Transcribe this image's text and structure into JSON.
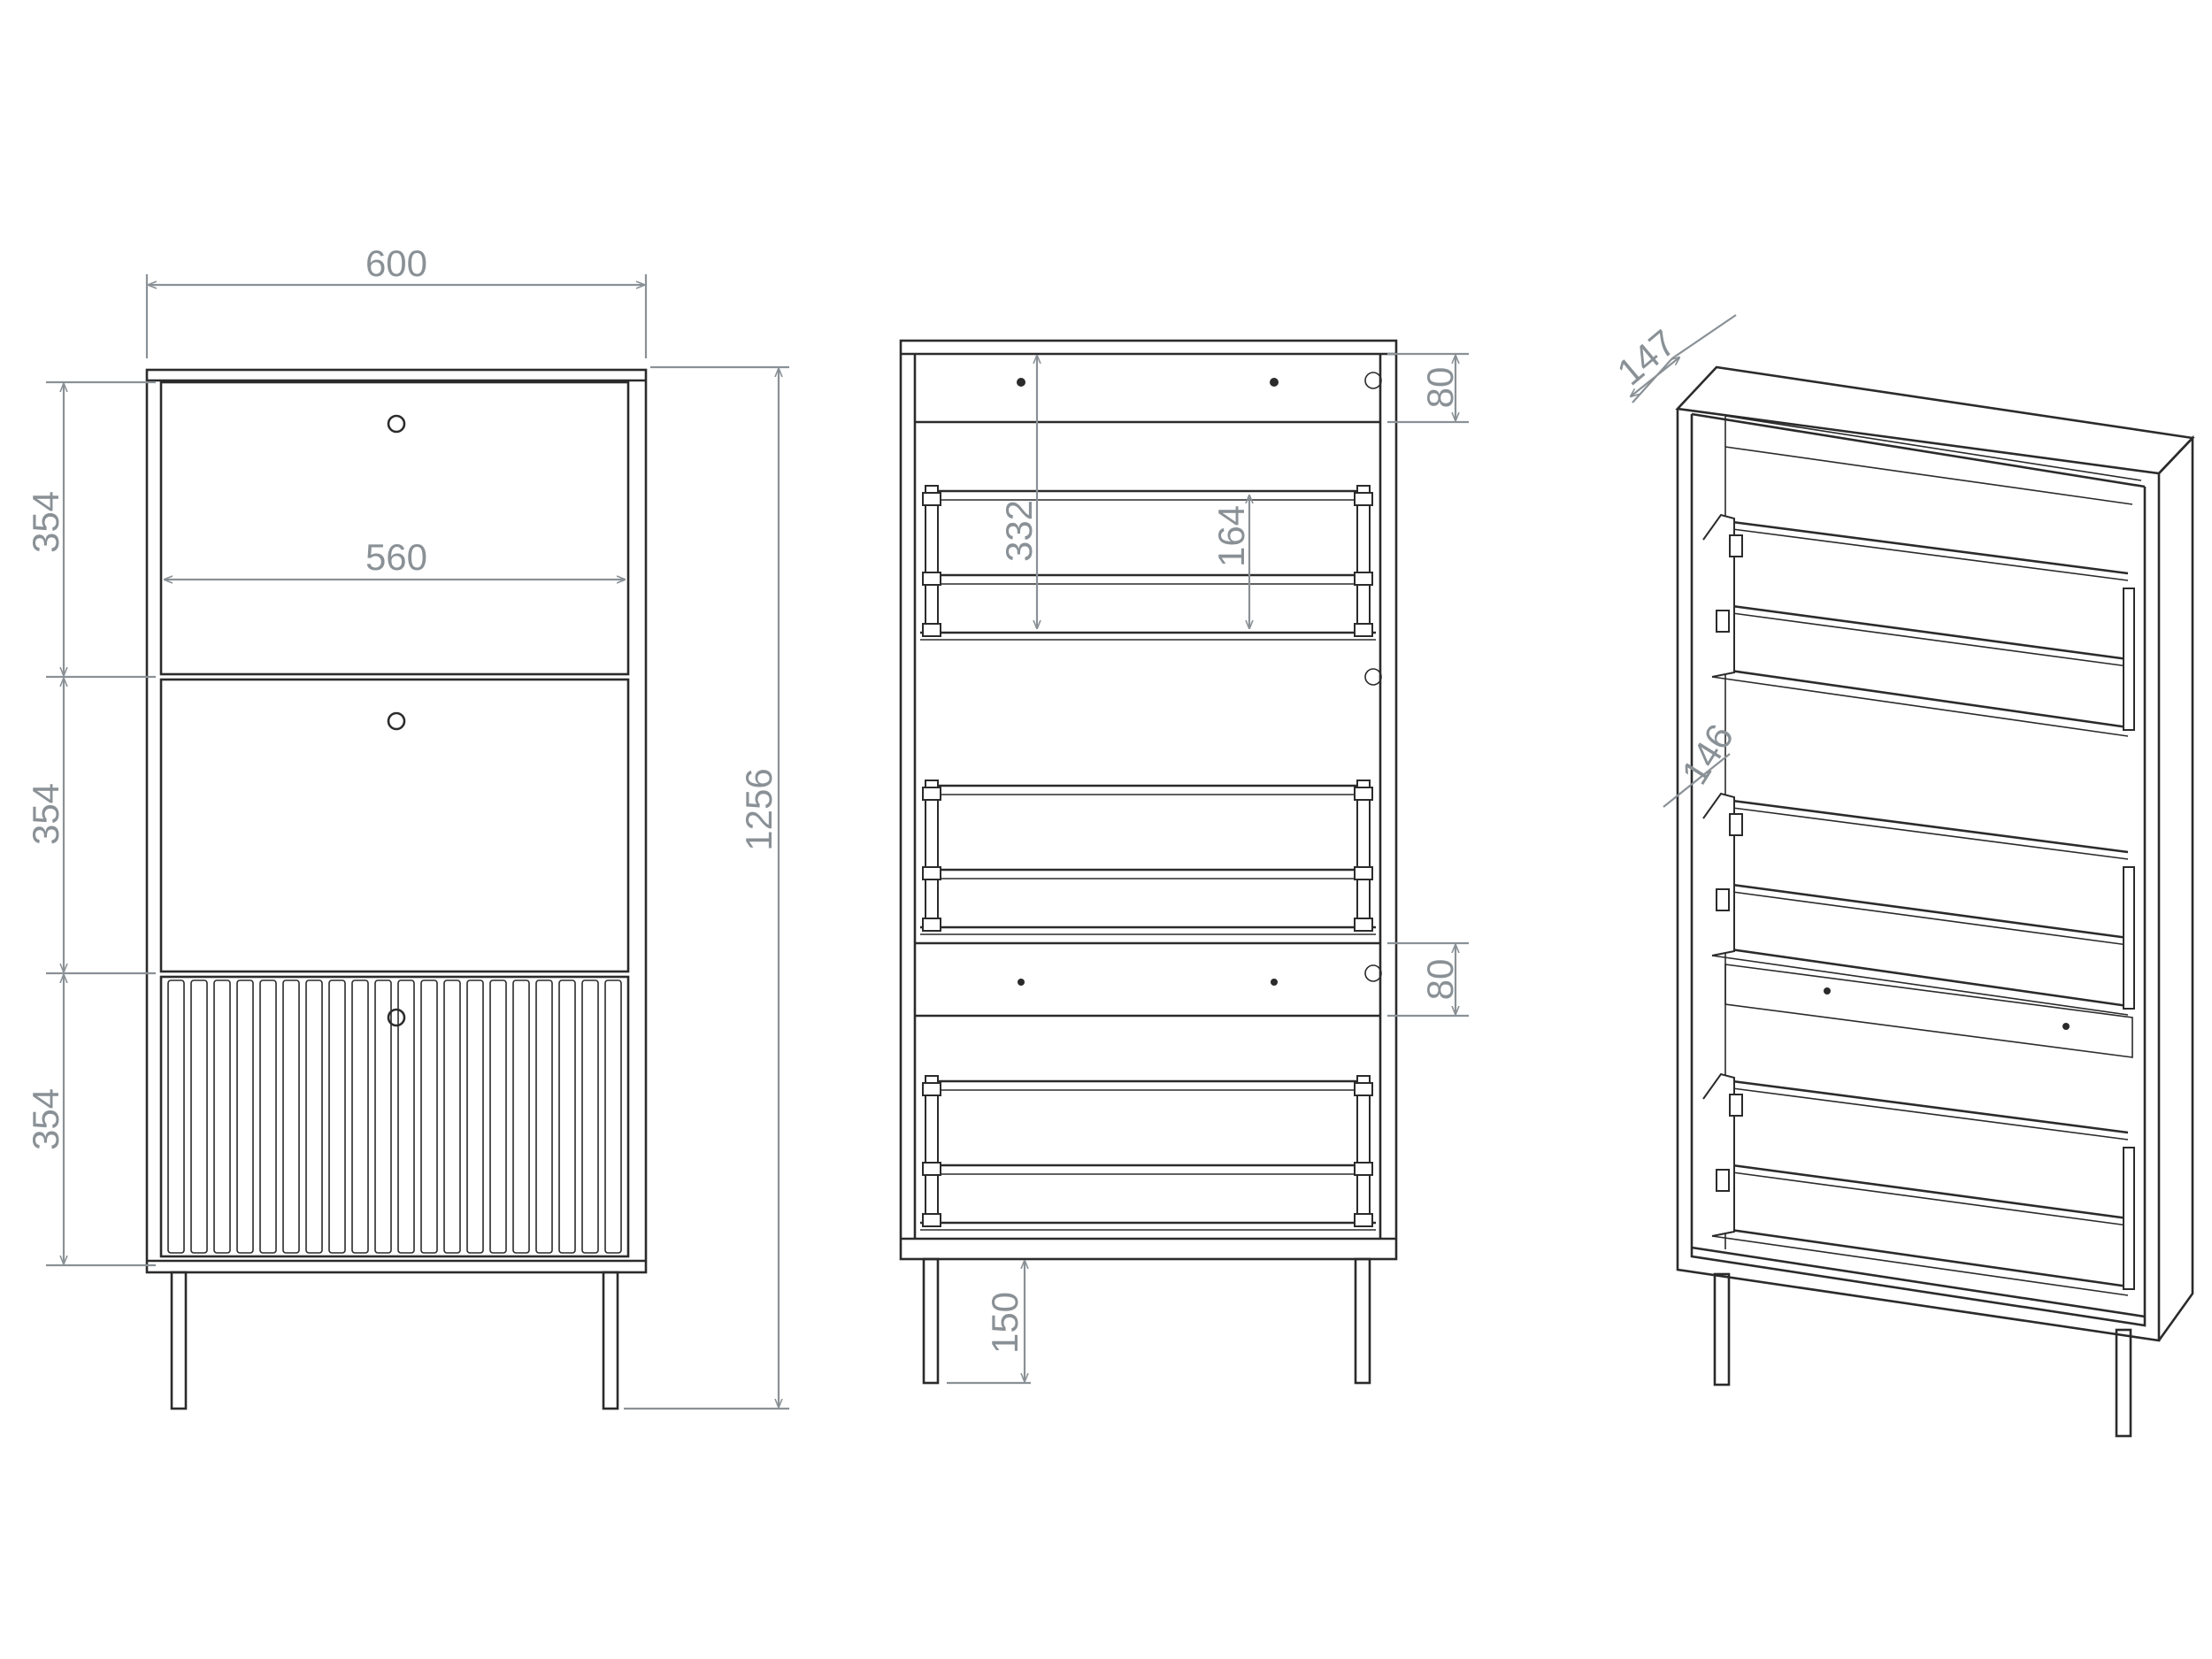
{
  "views": {
    "front": {
      "dims": {
        "total_width": "600",
        "inner_width": "560",
        "section_top": "354",
        "section_middle": "354",
        "section_bottom": "354",
        "total_height": "1256"
      }
    },
    "back": {
      "dims": {
        "top_panel": "80",
        "shelf_depth_span": "332",
        "rail_gap": "164",
        "mid_panel": "80",
        "leg_height": "150"
      }
    },
    "side": {
      "dims": {
        "depth": "147",
        "shelf_offset": "146"
      }
    }
  },
  "colors": {
    "line": "#2b2b2b",
    "dimension": "#8a9196"
  }
}
